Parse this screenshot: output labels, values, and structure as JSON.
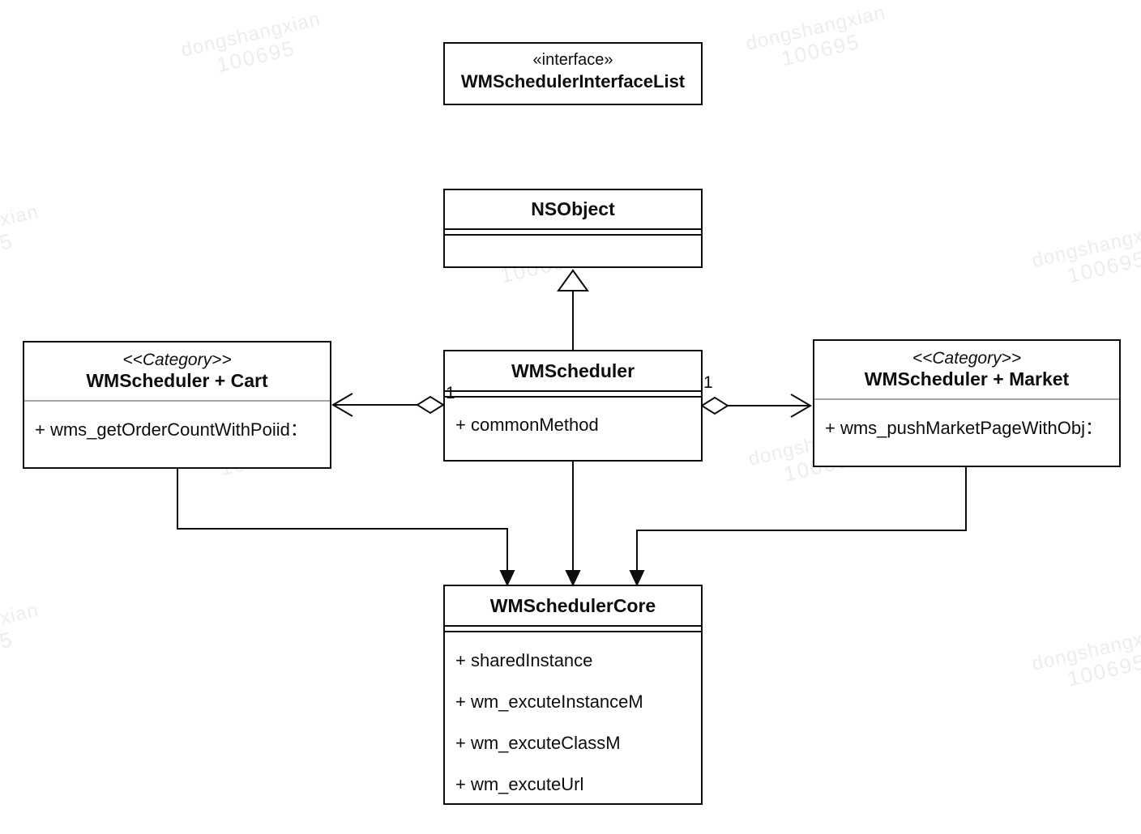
{
  "diagram": {
    "interface_box": {
      "stereotype": "«interface»",
      "name": "WMSchedulerInterfaceList"
    },
    "nsobject_box": {
      "name": "NSObject"
    },
    "scheduler_box": {
      "name": "WMScheduler",
      "methods": [
        "+ commonMethod"
      ]
    },
    "cart_box": {
      "stereotype": "<<Category>>",
      "name": "WMScheduler + Cart",
      "methods": [
        "+ wms_getOrderCountWithPoiid："
      ]
    },
    "market_box": {
      "stereotype": "<<Category>>",
      "name": "WMScheduler + Market",
      "methods": [
        "+ wms_pushMarketPageWithObj："
      ]
    },
    "core_box": {
      "name": "WMSchedulerCore",
      "methods": [
        "+ sharedInstance",
        "+ wm_excuteInstanceM",
        "+ wm_excuteClassM",
        "+ wm_excuteUrl"
      ]
    },
    "multiplicity_left": "1",
    "multiplicity_right": "1",
    "line_color": "#0d0d0d",
    "divider_gray": "#a6a6a6"
  },
  "watermark": {
    "line1": "dongshangxian",
    "line2": "100695"
  }
}
